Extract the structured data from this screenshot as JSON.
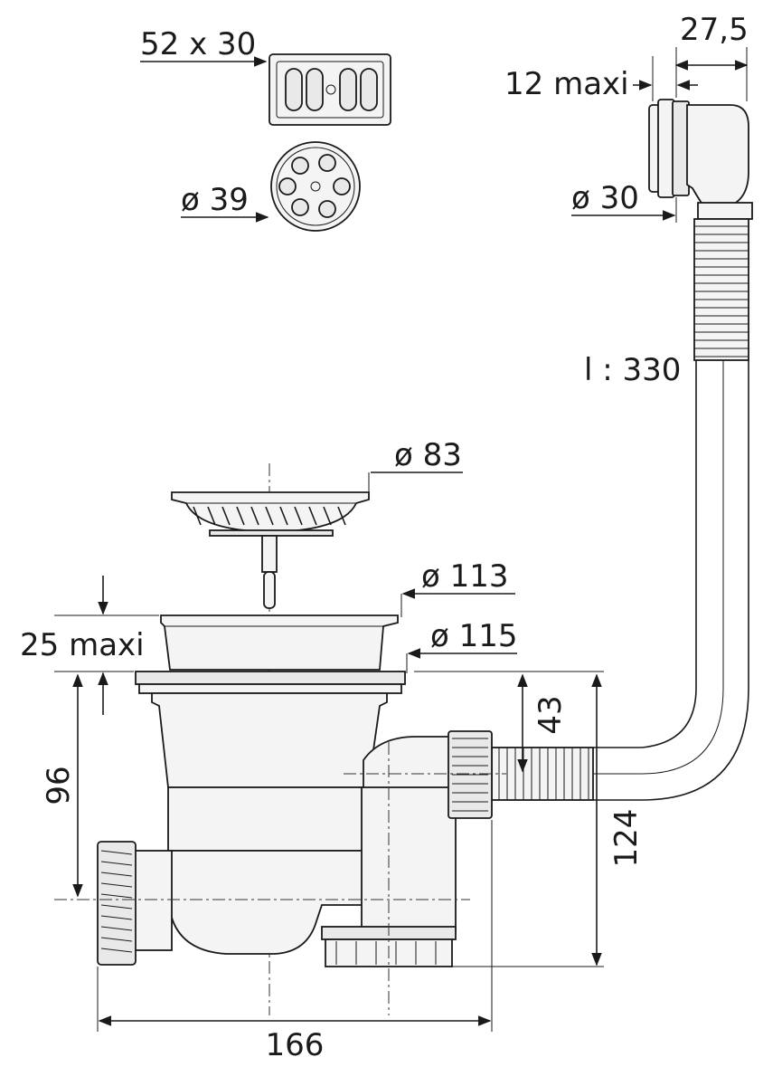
{
  "dimensions": {
    "grid_size": "52 x 30",
    "grid_round_diameter": "ø 39",
    "overflow_length": "27,5",
    "overflow_thickness": "12 maxi",
    "overflow_diameter": "ø 30",
    "hose_length": "l : 330",
    "strainer_diameter": "ø 83",
    "bowl_diameter": "ø 113",
    "flange_diameter": "ø 115",
    "sink_thickness": "25 maxi",
    "outlet_height": "96",
    "side_height": "43",
    "total_height": "124",
    "total_width": "166"
  }
}
